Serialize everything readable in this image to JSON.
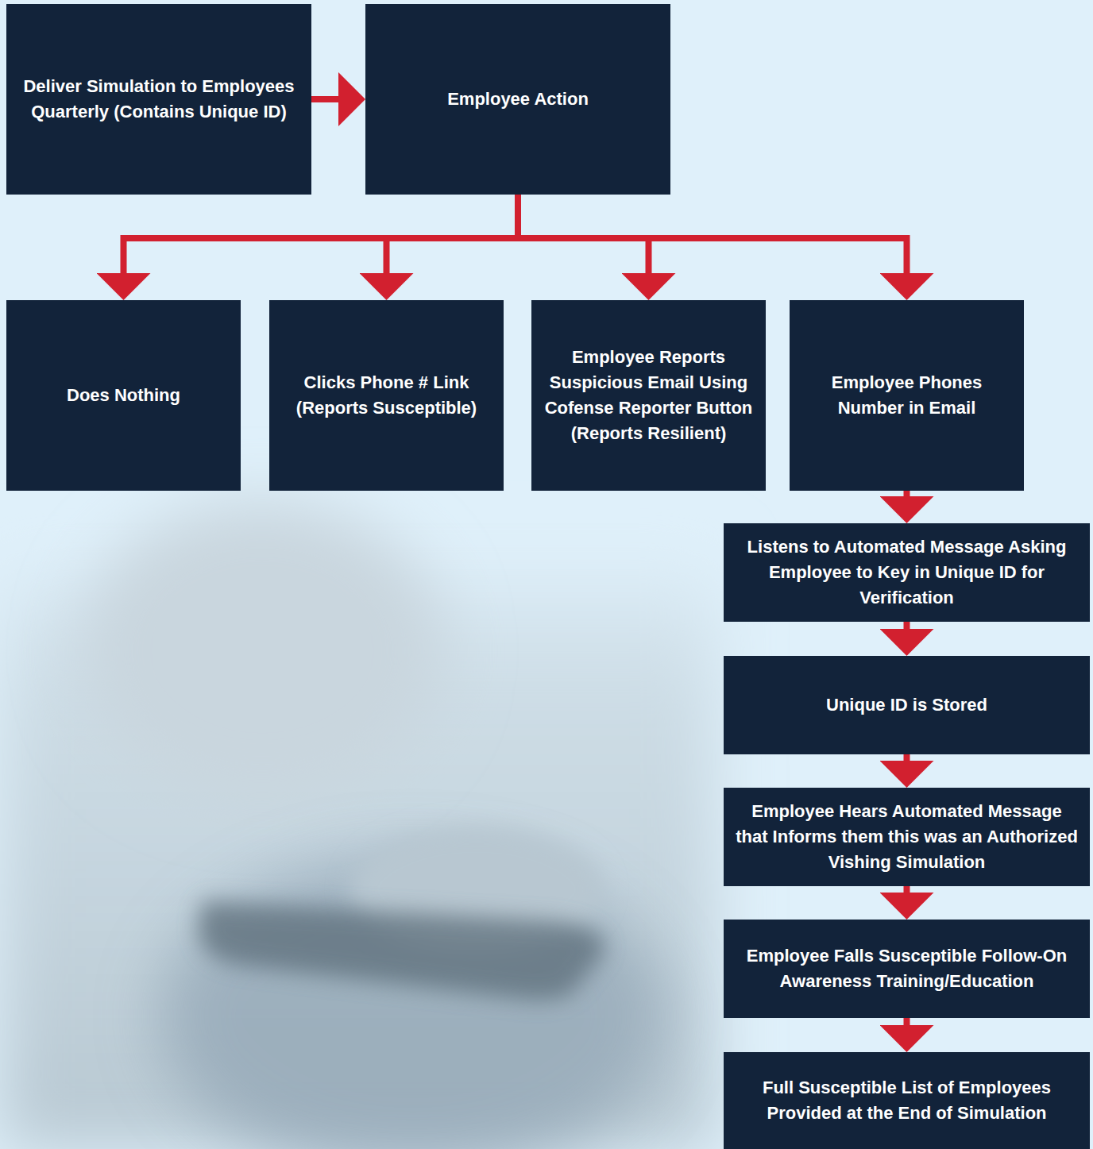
{
  "diagram": {
    "nodes": [
      {
        "text": [
          "Deliver Simulation to Employees Quarterly (Contains Unique ID)"
        ]
      },
      {
        "text": [
          "Employee Action"
        ]
      },
      {
        "text": [
          "Does Nothing"
        ]
      },
      {
        "text": [
          "Clicks Phone # Link (Reports Susceptible)"
        ]
      },
      {
        "text": [
          "Employee Reports Suspicious Email Using Cofense Reporter Button (Reports Resilient)"
        ]
      },
      {
        "text": [
          "Employee Phones Number in Email"
        ]
      },
      {
        "text": [
          "Listens to Automated Message Asking Employee to Key in Unique ID for Verification"
        ]
      },
      {
        "text": [
          "Unique ID is Stored"
        ]
      },
      {
        "text": [
          "Employee Hears Automated Message that Informs them this was an Authorized Vishing Simulation"
        ]
      },
      {
        "text": [
          "Employee Falls Susceptible Follow-On Awareness Training/Education"
        ]
      },
      {
        "text": [
          "Full Susceptible List of Employees Provided at the End of Simulation"
        ]
      }
    ],
    "edges": [
      {
        "from": 0,
        "to": 1,
        "arrow": "to"
      },
      {
        "from": 1,
        "to": 2,
        "arrow": "to"
      },
      {
        "from": 1,
        "to": 3,
        "arrow": "to"
      },
      {
        "from": 1,
        "to": 4,
        "arrow": "to"
      },
      {
        "from": 1,
        "to": 5,
        "arrow": "to"
      },
      {
        "from": 5,
        "to": 6,
        "arrow": "to"
      },
      {
        "from": 6,
        "to": 7,
        "arrow": "to"
      },
      {
        "from": 7,
        "to": 8,
        "arrow": "to"
      },
      {
        "from": 8,
        "to": 9,
        "arrow": "to"
      },
      {
        "from": 9,
        "to": 10,
        "arrow": "to"
      }
    ]
  }
}
